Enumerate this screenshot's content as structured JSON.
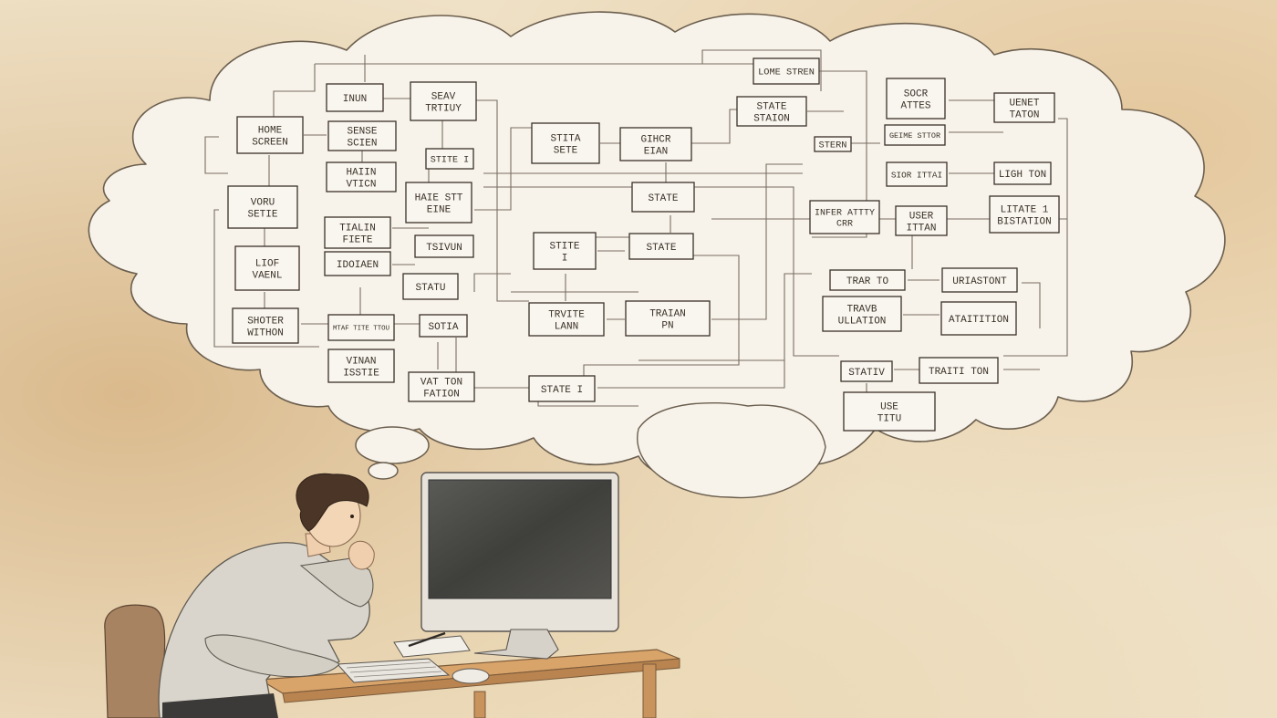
{
  "colors": {
    "paper": "#efe1c6",
    "stain": "#c99a5e",
    "cloud_fill": "#f7f3ea",
    "ink": "#3a3128",
    "desk": "#d9a46a",
    "shirt": "#d9d5cc",
    "hair": "#4a3526",
    "monitor_screen": "#4a4a48"
  },
  "diagram": {
    "boxes": [
      {
        "text": "HOME SCREEN"
      },
      {
        "text": "INUN"
      },
      {
        "text": "SEAV TRTIUY"
      },
      {
        "text": "SENSE SCIEN"
      },
      {
        "text": "STITE I"
      },
      {
        "text": "HAIIN VTICN"
      },
      {
        "text": "VORU SETIE"
      },
      {
        "text": "HAIE STT EINE"
      },
      {
        "text": "TIALIN FIETE"
      },
      {
        "text": "TSIVUN"
      },
      {
        "text": "LIOF VAENL"
      },
      {
        "text": "IDOIAEN"
      },
      {
        "text": "STATU"
      },
      {
        "text": "SHOTER WITHON"
      },
      {
        "text": "MTAF TITE TTOU"
      },
      {
        "text": "SOTIA"
      },
      {
        "text": "VINAN ISSTIE"
      },
      {
        "text": "VAT TON FATION"
      },
      {
        "text": "STITA SETE"
      },
      {
        "text": "GIHCR EIAN"
      },
      {
        "text": "STATE"
      },
      {
        "text": "STITE I"
      },
      {
        "text": "STATE"
      },
      {
        "text": "TRVITE LANN"
      },
      {
        "text": "TRAIAN PN"
      },
      {
        "text": "STATE I"
      },
      {
        "text": "LOME STREN"
      },
      {
        "text": "STATE STAION"
      },
      {
        "text": "SOCR ATTES"
      },
      {
        "text": "UENET TATON"
      },
      {
        "text": "GEIME STTOR"
      },
      {
        "text": "STERN"
      },
      {
        "text": "SIOR ITTAI"
      },
      {
        "text": "LIGH TON"
      },
      {
        "text": "INFER ATTTY CRR"
      },
      {
        "text": "USER ITTAN"
      },
      {
        "text": "LITATE 1 BISTATION"
      },
      {
        "text": "TRAR TO"
      },
      {
        "text": "URIASTONT"
      },
      {
        "text": "TRAVB ULLATION"
      },
      {
        "text": "ATAITITION"
      },
      {
        "text": "STATIV"
      },
      {
        "text": "TRAITI TON"
      },
      {
        "text": "USE TITU"
      }
    ]
  }
}
